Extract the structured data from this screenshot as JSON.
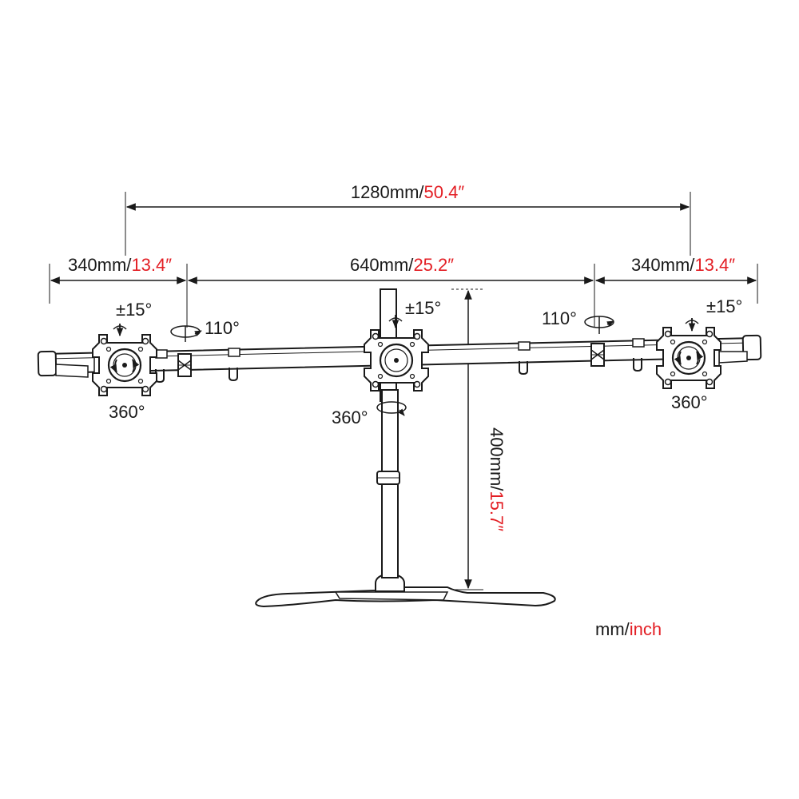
{
  "dimensions": {
    "total_width": {
      "metric": "1280mm/",
      "imperial": "50.4″"
    },
    "left_arm": {
      "metric": "340mm/",
      "imperial": "13.4″"
    },
    "center_span": {
      "metric": "640mm/",
      "imperial": "25.2″"
    },
    "right_arm": {
      "metric": "340mm/",
      "imperial": "13.4″"
    },
    "height": {
      "metric": "400mm/",
      "imperial": "15.7″"
    }
  },
  "rotations": {
    "left_tilt": "±15°",
    "left_swivel": "110°",
    "left_rotate": "360°",
    "center_tilt": "±15°",
    "center_rotate": "360°",
    "right_tilt": "±15°",
    "right_swivel": "110°",
    "right_rotate": "360°"
  },
  "units": {
    "metric": "mm/",
    "imperial": "inch"
  },
  "colors": {
    "line": "#1a1a1a",
    "accent": "#e31e24"
  }
}
